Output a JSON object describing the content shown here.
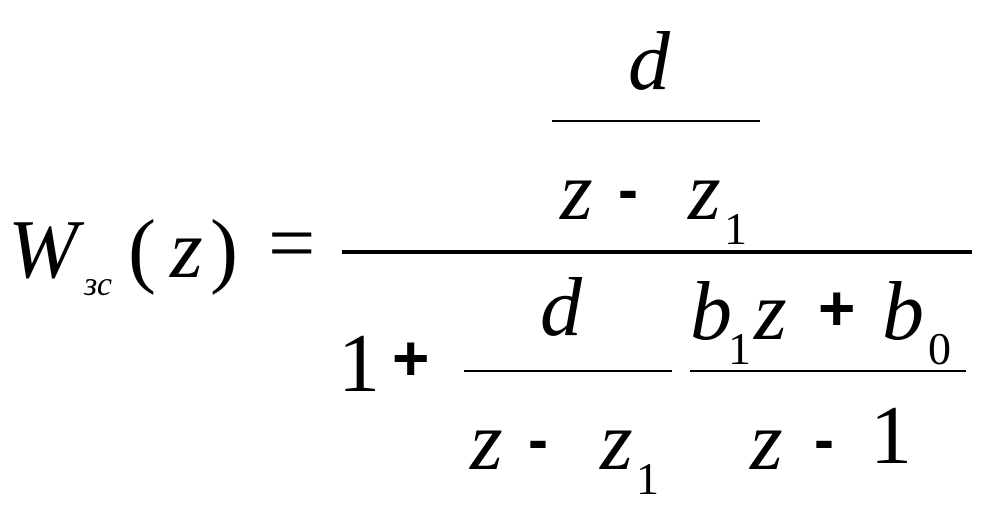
{
  "formula": {
    "lhs": {
      "func": "W",
      "func_sub": "зс",
      "lparen": "(",
      "arg": "z",
      "rparen": ")",
      "equals": "="
    },
    "outer_numerator": {
      "top": "d",
      "bottom": {
        "z": "z",
        "minus": "-",
        "z1": "z",
        "z1_sub": "1"
      }
    },
    "outer_denominator": {
      "one": "1",
      "plus": "+",
      "frac1": {
        "top": "d",
        "bottom": {
          "z": "z",
          "minus": "-",
          "z1": "z",
          "z1_sub": "1"
        }
      },
      "frac2": {
        "top": {
          "b1": "b",
          "b1_sub": "1",
          "z": "z",
          "plus": "+",
          "b0": "b",
          "b0_sub": "0"
        },
        "bottom": {
          "z": "z",
          "minus": "-",
          "one": "1"
        }
      }
    }
  }
}
